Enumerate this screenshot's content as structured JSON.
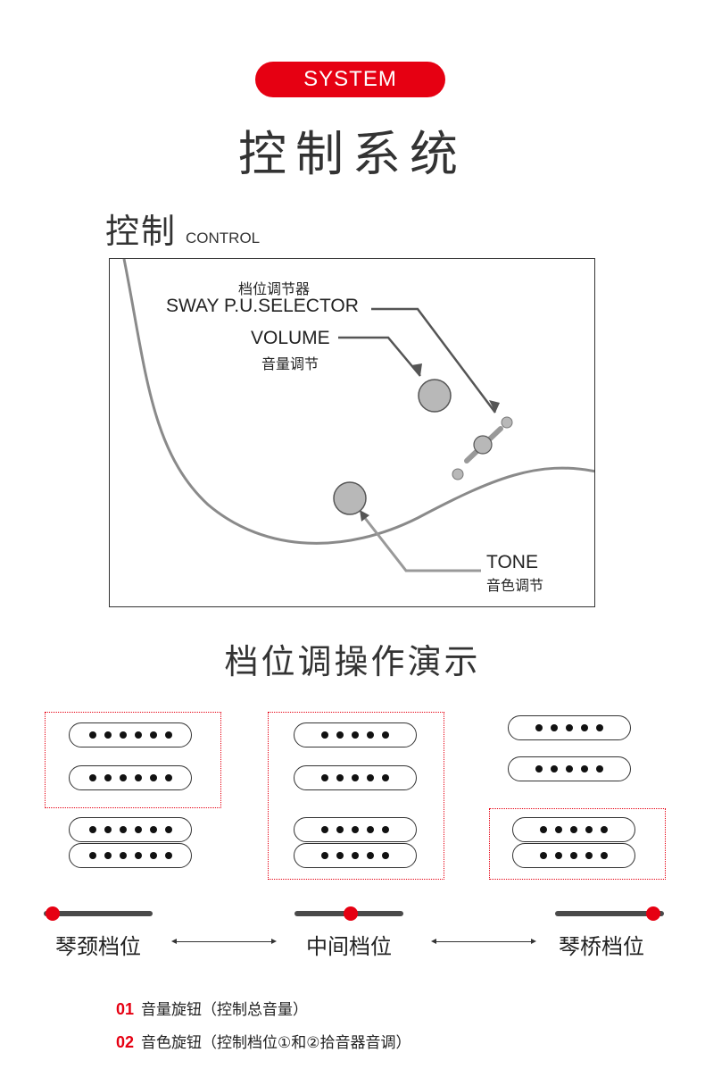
{
  "header": {
    "pill": "SYSTEM",
    "title": "控制系统"
  },
  "control": {
    "title_cn": "控制",
    "title_en": "CONTROL",
    "selector_cn": "档位调节器",
    "selector_en": "SWAY P.U.SELECTOR",
    "volume_en": "VOLUME",
    "volume_cn": "音量调节",
    "tone_en": "TONE",
    "tone_cn": "音色调节"
  },
  "demo": {
    "title": "档位调操作演示",
    "positions": [
      {
        "label": "琴颈档位",
        "knob": 0.08
      },
      {
        "label": "中间档位",
        "knob": 0.52
      },
      {
        "label": "琴桥档位",
        "knob": 0.9
      }
    ]
  },
  "notes": [
    {
      "num": "01",
      "text": "音量旋钮（控制总音量）"
    },
    {
      "num": "02",
      "text": "音色旋钮（控制档位①和②拾音器音调）"
    }
  ],
  "colors": {
    "accent": "#e60012",
    "knob_fill": "#b8b8b8",
    "track": "#4a4a4a"
  }
}
